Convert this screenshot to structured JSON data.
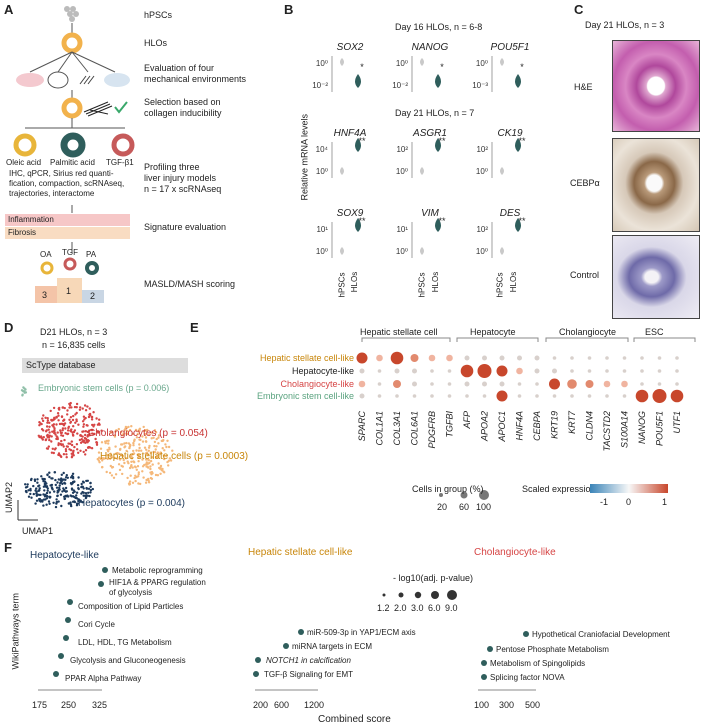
{
  "panels": {
    "A": "A",
    "B": "B",
    "C": "C",
    "D": "D",
    "E": "E",
    "F": "F"
  },
  "a": {
    "steps": [
      "hPSCs",
      "HLOs",
      "Evaluation of four mechanical environments",
      "Selection based on collagen inducibility",
      "Profiling three liver injury models",
      "Signature evaluation",
      "MASLD/MASH scoring"
    ],
    "step_lines": {
      "eval1": "Evaluation of four",
      "eval2": "mechanical environments",
      "sel1": "Selection based on",
      "sel2": "collagen inducibility",
      "prof1": "Profiling three",
      "prof2": "liver injury models"
    },
    "treat": [
      "Oleic acid",
      "Palmitic acid",
      "TGF-β1"
    ],
    "methods": [
      "IHC, qPCR, Sirius red quanti-",
      "fication, compaction, scRNAseq,",
      "trajectories, interactome",
      "n = 17 x scRNAseq"
    ],
    "sig": [
      "Inflammation",
      "Fibrosis"
    ],
    "podium": {
      "labels": [
        "OA",
        "TGF",
        "PA"
      ],
      "ranks": [
        "3",
        "1",
        "2"
      ]
    }
  },
  "b": {
    "title1": "Day 16 HLOs, n = 6-8",
    "title2": "Day 21 HLOs, n = 7",
    "ylabel": "Relative mRNA levels",
    "xticks": [
      "hPSCs",
      "HLOs"
    ],
    "genes": [
      {
        "name": "SOX2",
        "ticks": [
          "10⁰",
          "10⁻²"
        ],
        "sig": "*"
      },
      {
        "name": "NANOG",
        "ticks": [
          "10⁰",
          "10⁻²"
        ],
        "sig": "*"
      },
      {
        "name": "POU5F1",
        "ticks": [
          "10⁰",
          "10⁻³"
        ],
        "sig": "*"
      },
      {
        "name": "HNF4A",
        "ticks": [
          "10⁴",
          "10⁰"
        ],
        "sig": "**"
      },
      {
        "name": "ASGR1",
        "ticks": [
          "10²",
          "10⁰"
        ],
        "sig": "**"
      },
      {
        "name": "CK19",
        "ticks": [
          "10²",
          "10⁰"
        ],
        "sig": "**"
      },
      {
        "name": "SOX9",
        "ticks": [
          "10¹",
          "10⁰"
        ],
        "sig": "**"
      },
      {
        "name": "VIM",
        "ticks": [
          "10¹",
          "10⁰"
        ],
        "sig": "**"
      },
      {
        "name": "DES",
        "ticks": [
          "10²",
          "10⁰"
        ],
        "sig": "**"
      }
    ]
  },
  "c": {
    "title": "Day 21 HLOs, n = 3",
    "labels": [
      "H&E",
      "CEBPα",
      "Control"
    ]
  },
  "d": {
    "title1": "D21 HLOs, n = 3",
    "title2": "n = 16,835 cells",
    "db": "ScType database",
    "esc": "Embryonic stem cells (p = 0.006)",
    "chol": "Cholangiocytes (p = 0.054)",
    "hsc": "Hepatic stellate cells (p = 0.0003)",
    "hep": "Hepatocytes (p = 0.004)",
    "umap2": "UMAP2",
    "umap1": "UMAP1",
    "colors": {
      "chol": "#d64545",
      "hsc": "#f5b87a",
      "hep": "#1d3a5c",
      "esc": "#8fbfa8"
    }
  },
  "e": {
    "groups": [
      "Hepatic stellate cell",
      "Hepatocyte",
      "Cholangiocyte",
      "ESC"
    ],
    "rows": [
      "Hepatic stellate cell-like",
      "Hepatocyte-like",
      "Cholangiocyte-like",
      "Embryonic stem cell-like"
    ],
    "row_colors": [
      "#c8860a",
      "#333333",
      "#d64545",
      "#5aa37f"
    ],
    "genes": [
      "SPARC",
      "COL1A1",
      "COL3A1",
      "COL6A1",
      "PDGFRB",
      "TGFBI",
      "AFP",
      "APOA2",
      "APOC1",
      "HNF4A",
      "CEBPA",
      "KRT19",
      "KRT7",
      "CLDN4",
      "TACSTD2",
      "S100A14",
      "NANOG",
      "POU5F1",
      "UTF1"
    ],
    "size_legend_title": "Cells in group (%)",
    "size_legend": [
      "20",
      "60",
      "100"
    ],
    "color_legend_title": "Scaled expression",
    "color_legend": [
      "-1",
      "0",
      "1"
    ]
  },
  "f": {
    "ylabel": "WikiPathways term",
    "xlabel": "Combined score",
    "legend_title": "- log10(adj. p-value)",
    "legend_vals": [
      "1.2",
      "2.0",
      "3.0",
      "6.0",
      "9.0"
    ],
    "panels": [
      {
        "title": "Hepatocyte-like",
        "color": "#1d3a5c",
        "terms": [
          "Metabolic reprogramming",
          "HIF1A & PPARG regulation",
          "of glycolysis",
          "Composition of Lipid Particles",
          "Cori Cycle",
          "LDL, HDL, TG Metabolism",
          "Glycolysis and Gluconeogenesis",
          "PPAR Alpha Pathway"
        ],
        "ticks": [
          "175",
          "250",
          "325"
        ]
      },
      {
        "title": "Hepatic stellate cell-like",
        "color": "#c8860a",
        "terms": [
          "miR-509-3p in YAP1/ECM axis",
          "miRNA targets in ECM",
          "NOTCH1 in calcification",
          "TGF-β Signaling for EMT"
        ],
        "ticks": [
          "200",
          "600",
          "1200"
        ]
      },
      {
        "title": "Cholangiocyte-like",
        "color": "#d64545",
        "terms": [
          "Hypothetical Craniofacial Development",
          "Pentose Phosphate Metabolism",
          "Metabolism of Spingolipids",
          "Splicing factor NOVA"
        ],
        "ticks": [
          "100",
          "300",
          "500"
        ]
      }
    ]
  }
}
